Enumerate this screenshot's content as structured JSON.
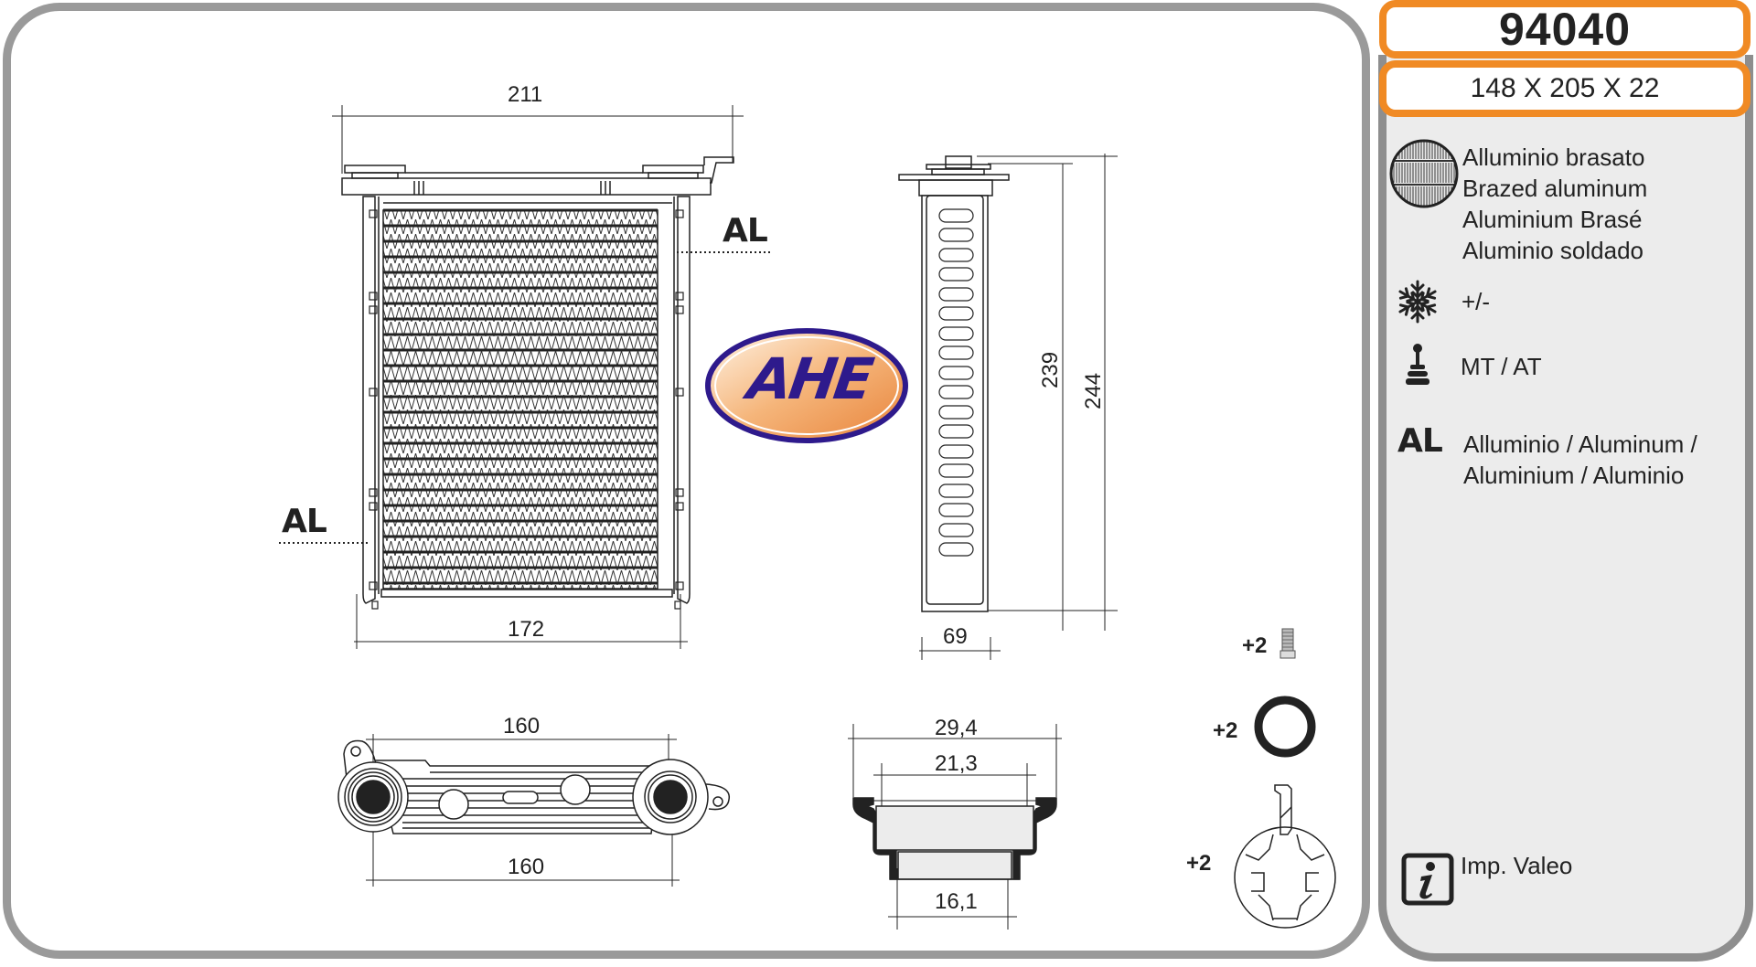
{
  "header": {
    "part_code": "94040",
    "core_dimensions": "148 X 205 X 22"
  },
  "legend": {
    "construction": {
      "icon": "brazed-core-icon",
      "lines": [
        "Alluminio brasato",
        "Brazed aluminum",
        "Aluminium Brasé",
        "Aluminio soldado"
      ]
    },
    "climate": {
      "icon": "snowflake-icon",
      "text": "+/-"
    },
    "transmission": {
      "icon": "gear-shift-icon",
      "text": "MT / AT"
    },
    "material": {
      "icon_text": "AL",
      "lines": [
        "Alluminio  / Aluminum /",
        "Aluminium / Aluminio"
      ]
    },
    "info": {
      "icon": "info-icon",
      "text": "Imp. Valeo"
    }
  },
  "drawing": {
    "front_view": {
      "overall_width": "211",
      "core_width": "172",
      "material_callout_top": "AL",
      "material_callout_left": "AL"
    },
    "side_view": {
      "height_inner": "239",
      "height_overall": "244",
      "depth": "69"
    },
    "top_view": {
      "pipe_spacing_top": "160",
      "pipe_spacing_bottom": "160"
    },
    "fitting_detail": {
      "outer_diameter": "29,4",
      "middle_diameter": "21,3",
      "inner_diameter": "16,1"
    },
    "accessories": [
      {
        "quantity": "+2",
        "item": "screw-icon"
      },
      {
        "quantity": "+2",
        "item": "o-ring-icon"
      },
      {
        "quantity": "+2",
        "item": "clip-icon"
      }
    ],
    "logo": {
      "text": "AHE",
      "colors": {
        "text": "#2e1a8c",
        "fill": "#f0a060",
        "outline": "#2e1a8c"
      }
    }
  },
  "colors": {
    "accent_orange": "#f08a24",
    "panel_border": "#9a9a9a",
    "side_panel_bg": "#ececec"
  }
}
